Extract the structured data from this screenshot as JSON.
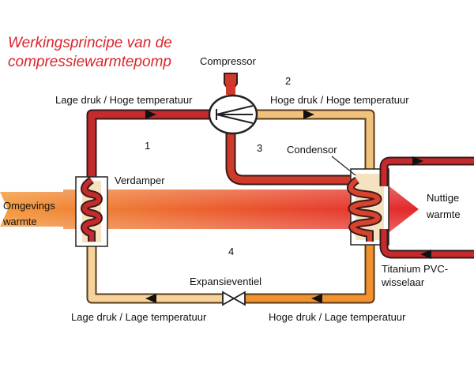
{
  "title": {
    "line1": "Werkingsprincipe van de",
    "line2": "compressiewarmtepomp"
  },
  "labels": {
    "compressor": "Compressor",
    "top_left": "Lage druk / Hoge temperatuur",
    "top_right": "Hoge druk / Hoge temperatuur",
    "condensor": "Condensor",
    "verdamper": "Verdamper",
    "omgevings_line1": "Omgevings",
    "omgevings_line2": "warmte",
    "nuttige_line1": "Nuttige",
    "nuttige_line2": "warmte",
    "titanium_line1": "Titanium PVC-",
    "titanium_line2": "wisselaar",
    "expansieventiel": "Expansieventiel",
    "bottom_left": "Lage druk / Lage temperatuur",
    "bottom_right": "Hoge druk / Lage temperatuur"
  },
  "stages": {
    "s1": "1",
    "s2": "2",
    "s3": "3",
    "s4": "4"
  },
  "colors": {
    "title": "#d9262c",
    "hot_pipe": "#c62a2c",
    "warm_pipe": "#f0c27a",
    "cold_pipe": "#f5d49a",
    "flow_start": "#f08a32",
    "flow_end": "#e0262b",
    "outline": "#222222"
  }
}
